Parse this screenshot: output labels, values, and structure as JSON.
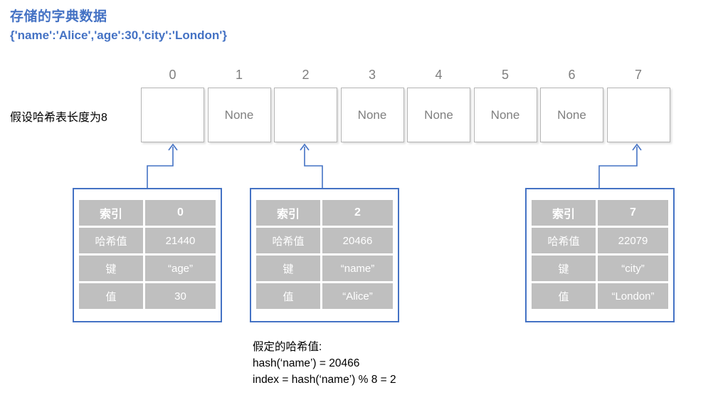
{
  "header": {
    "title": "存储的字典数据",
    "subtitle": "{'name':'Alice','age':30,'city':'London'}"
  },
  "left_note": "假设哈希表长度为8",
  "hash_table": {
    "slots": [
      {
        "index": "0",
        "value": ""
      },
      {
        "index": "1",
        "value": "None"
      },
      {
        "index": "2",
        "value": ""
      },
      {
        "index": "3",
        "value": "None"
      },
      {
        "index": "4",
        "value": "None"
      },
      {
        "index": "5",
        "value": "None"
      },
      {
        "index": "6",
        "value": "None"
      },
      {
        "index": "7",
        "value": ""
      }
    ]
  },
  "detail_boxes": [
    {
      "index_label": "索引",
      "index_value": "0",
      "hash_label": "哈希值",
      "hash_value": "21440",
      "key_label": "键",
      "key_value": "“age”",
      "val_label": "值",
      "val_value": "30"
    },
    {
      "index_label": "索引",
      "index_value": "2",
      "hash_label": "哈希值",
      "hash_value": "20466",
      "key_label": "键",
      "key_value": "“name”",
      "val_label": "值",
      "val_value": "“Alice”"
    },
    {
      "index_label": "索引",
      "index_value": "7",
      "hash_label": "哈希值",
      "hash_value": "22079",
      "key_label": "键",
      "key_value": "“city”",
      "val_label": "值",
      "val_value": "“London”"
    }
  ],
  "annotation": {
    "line1": "假定的哈希值:",
    "line2": "hash(‘name’) = 20466",
    "line3": "index = hash(‘name’) % 8 = 2"
  },
  "colors": {
    "accent_blue": "#4472C4",
    "cell_gray": "#BFBFBF",
    "text_gray": "#7F7F7F"
  }
}
